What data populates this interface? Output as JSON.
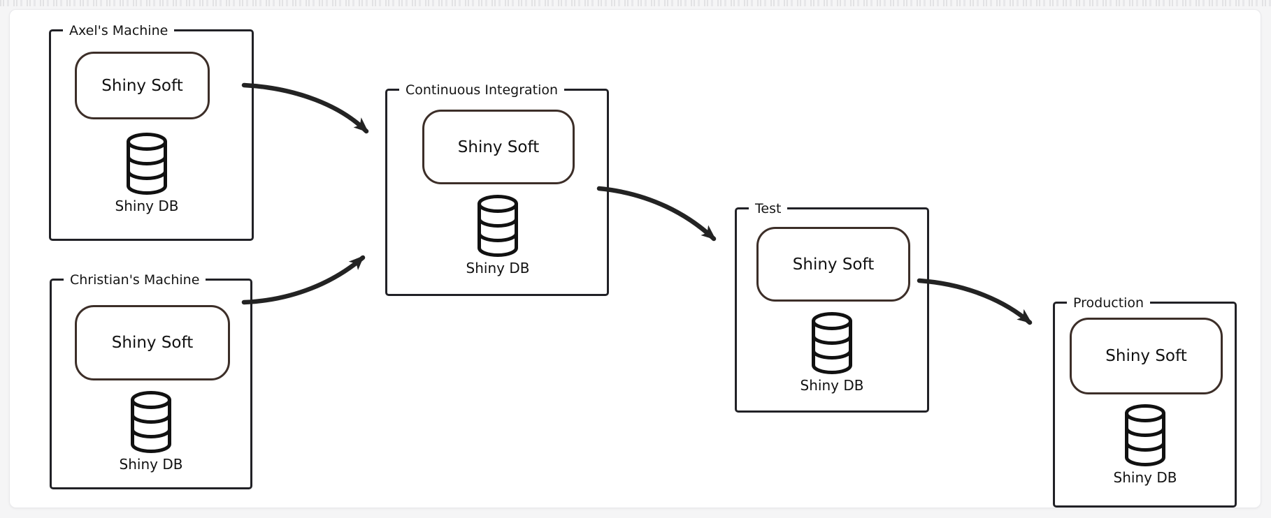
{
  "diagram": {
    "type": "deployment-pipeline",
    "style": "hand-drawn",
    "colors": {
      "page_bg": "#f5f5f6",
      "canvas_bg": "#ffffff",
      "frame_border": "#212126",
      "soft_node_border": "#3c2e28",
      "arrow": "#232323",
      "text": "#141414"
    }
  },
  "nodes": [
    {
      "id": "axels-machine",
      "title": "Axel's Machine",
      "soft_label": "Shiny Soft",
      "db_label": "Shiny DB",
      "db_icon": "database-cylinder"
    },
    {
      "id": "christians-machine",
      "title": "Christian's Machine",
      "soft_label": "Shiny Soft",
      "db_label": "Shiny DB",
      "db_icon": "database-cylinder"
    },
    {
      "id": "continuous-integration",
      "title": "Continuous Integration",
      "soft_label": "Shiny Soft",
      "db_label": "Shiny DB",
      "db_icon": "database-cylinder"
    },
    {
      "id": "test",
      "title": "Test",
      "soft_label": "Shiny Soft",
      "db_label": "Shiny DB",
      "db_icon": "database-cylinder"
    },
    {
      "id": "production",
      "title": "Production",
      "soft_label": "Shiny Soft",
      "db_label": "Shiny DB",
      "db_icon": "database-cylinder"
    }
  ],
  "arrows": [
    {
      "from": "axels-machine",
      "to": "continuous-integration"
    },
    {
      "from": "christians-machine",
      "to": "continuous-integration"
    },
    {
      "from": "continuous-integration",
      "to": "test"
    },
    {
      "from": "test",
      "to": "production"
    }
  ]
}
